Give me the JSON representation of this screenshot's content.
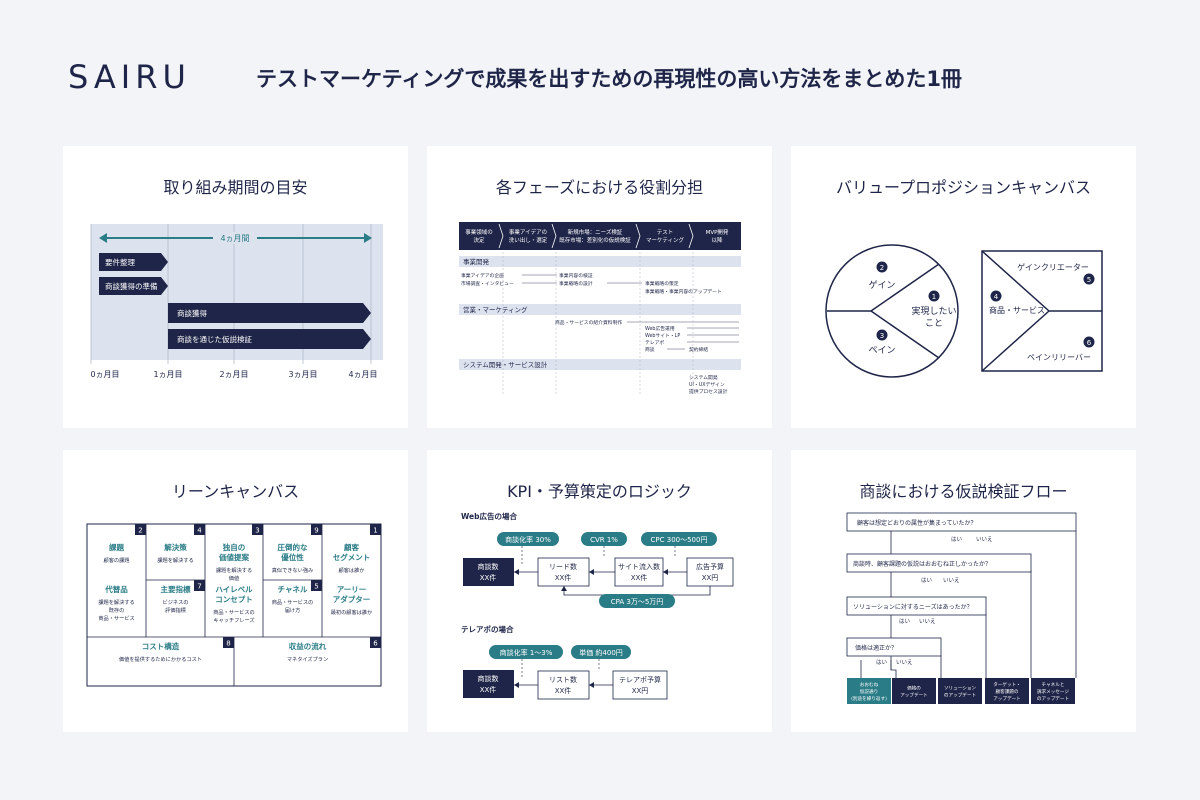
{
  "header": {
    "logo": "SAIRU",
    "tagline": "テストマーケティングで成果を出すための再現性の高い方法をまとめた1冊"
  },
  "cards": {
    "period": {
      "title": "取り組み期間の目安",
      "span_label": "4ヵ月間",
      "bars": [
        "要件整理",
        "商談獲得の準備",
        "商談獲得",
        "商談を通じた仮説検証"
      ],
      "months": [
        "0ヵ月目",
        "1ヵ月目",
        "2ヵ月目",
        "3ヵ月目",
        "4ヵ月目"
      ]
    },
    "roles": {
      "title": "各フェーズにおける役割分担",
      "phases": [
        "事業領域の\n決定",
        "事業アイデアの\n洗い出し・選定",
        "新規市場：ニーズ検証\n既存市場：差別化の仮説検証",
        "テスト\nマーケティング",
        "MVP開発\n以降"
      ],
      "sections": [
        {
          "label": "事業開発",
          "items": [
            "事業アイデアの企画",
            "市場調査・インタビュー",
            "事業内容の検証",
            "事業戦略の設計",
            "事業戦略の策定",
            "事業戦略・事業内容のアップデート"
          ]
        },
        {
          "label": "営業・マーケティング",
          "items": [
            "商品・サービスの紹介資料制作",
            "Web広告運用",
            "Webサイト・LP",
            "テレアポ",
            "商談",
            "契約締結"
          ]
        },
        {
          "label": "システム開発・サービス設計",
          "items": [
            "システム開発",
            "UI・UXデザイン",
            "提供プロセス設計"
          ]
        }
      ]
    },
    "vpc": {
      "title": "バリュープロポジションキャンバス",
      "circle": [
        {
          "num": "1",
          "label": "実現したい\nこと"
        },
        {
          "num": "2",
          "label": "ゲイン"
        },
        {
          "num": "3",
          "label": "ペイン"
        }
      ],
      "square": [
        {
          "num": "4",
          "label": "商品・サービス"
        },
        {
          "num": "5",
          "label": "ゲインクリエーター"
        },
        {
          "num": "6",
          "label": "ペインリリーバー"
        }
      ]
    },
    "lean": {
      "title": "リーンキャンバス",
      "cells": [
        {
          "num": "2",
          "title": "課題",
          "sub": "顧客の課題"
        },
        {
          "num": "4",
          "title": "解決策",
          "sub": "課題を解決する"
        },
        {
          "num": "3",
          "title": "独自の\n価値提案",
          "sub": "課題を解決する\n価値"
        },
        {
          "num": "9",
          "title": "圧倒的な\n優位性",
          "sub": "真似できない強み"
        },
        {
          "num": "1",
          "title": "顧客\nセグメント",
          "sub": "顧客は誰か"
        },
        {
          "num": "",
          "title": "代替品",
          "sub": "課題を解決する\n既存の\n商品・サービス"
        },
        {
          "num": "7",
          "title": "主要指標",
          "sub": "ビジネスの\n評価指標"
        },
        {
          "num": "",
          "title": "ハイレベル\nコンセプト",
          "sub": "商品・サービスの\nキャッチフレーズ"
        },
        {
          "num": "5",
          "title": "チャネル",
          "sub": "商品・サービスの\n届け方"
        },
        {
          "num": "",
          "title": "アーリー\nアダプター",
          "sub": "最初の顧客は誰か"
        },
        {
          "num": "8",
          "title": "コスト構造",
          "sub": "価値を提供するためにかかるコスト"
        },
        {
          "num": "6",
          "title": "収益の流れ",
          "sub": "マネタイズプラン"
        }
      ]
    },
    "kpi": {
      "title": "KPI・予算策定のロジック",
      "web_label": "Web広告の場合",
      "web_pills": [
        "商談化率 30%",
        "CVR 1%",
        "CPC 300〜500円",
        "CPA 3万〜5万円"
      ],
      "web_boxes": [
        "商談数\nXX件",
        "リード数\nXX件",
        "サイト流入数\nXX件",
        "広告予算\nXX円"
      ],
      "tel_label": "テレアポの場合",
      "tel_pills": [
        "商談化率 1〜3%",
        "単価 約400円"
      ],
      "tel_boxes": [
        "商談数\nXX件",
        "リスト数\nXX件",
        "テレアポ予算\nXX円"
      ]
    },
    "flow": {
      "title": "商談における仮説検証フロー",
      "questions": [
        "顧客は想定どおりの属性が集まっていたか？",
        "商談時、顧客課題の仮説はおおむね正しかったか？",
        "ソリューションに対するニーズはあったか？",
        "価格は適正か？"
      ],
      "yes": "はい",
      "no": "いいえ",
      "results": [
        "おおむね\n仮説通り\n(別途を繰り返す)",
        "価格の\nアップデート",
        "ソリューション\nのアップデート",
        "ターゲット・\n顧客課題の\nアップデート",
        "チャネルと\n訴求メッセージ\nのアップデート"
      ]
    }
  },
  "colors": {
    "navy": "#1f2548",
    "teal": "#2a7c86",
    "band": "#dde3ee",
    "bg": "#f3f4f8"
  }
}
